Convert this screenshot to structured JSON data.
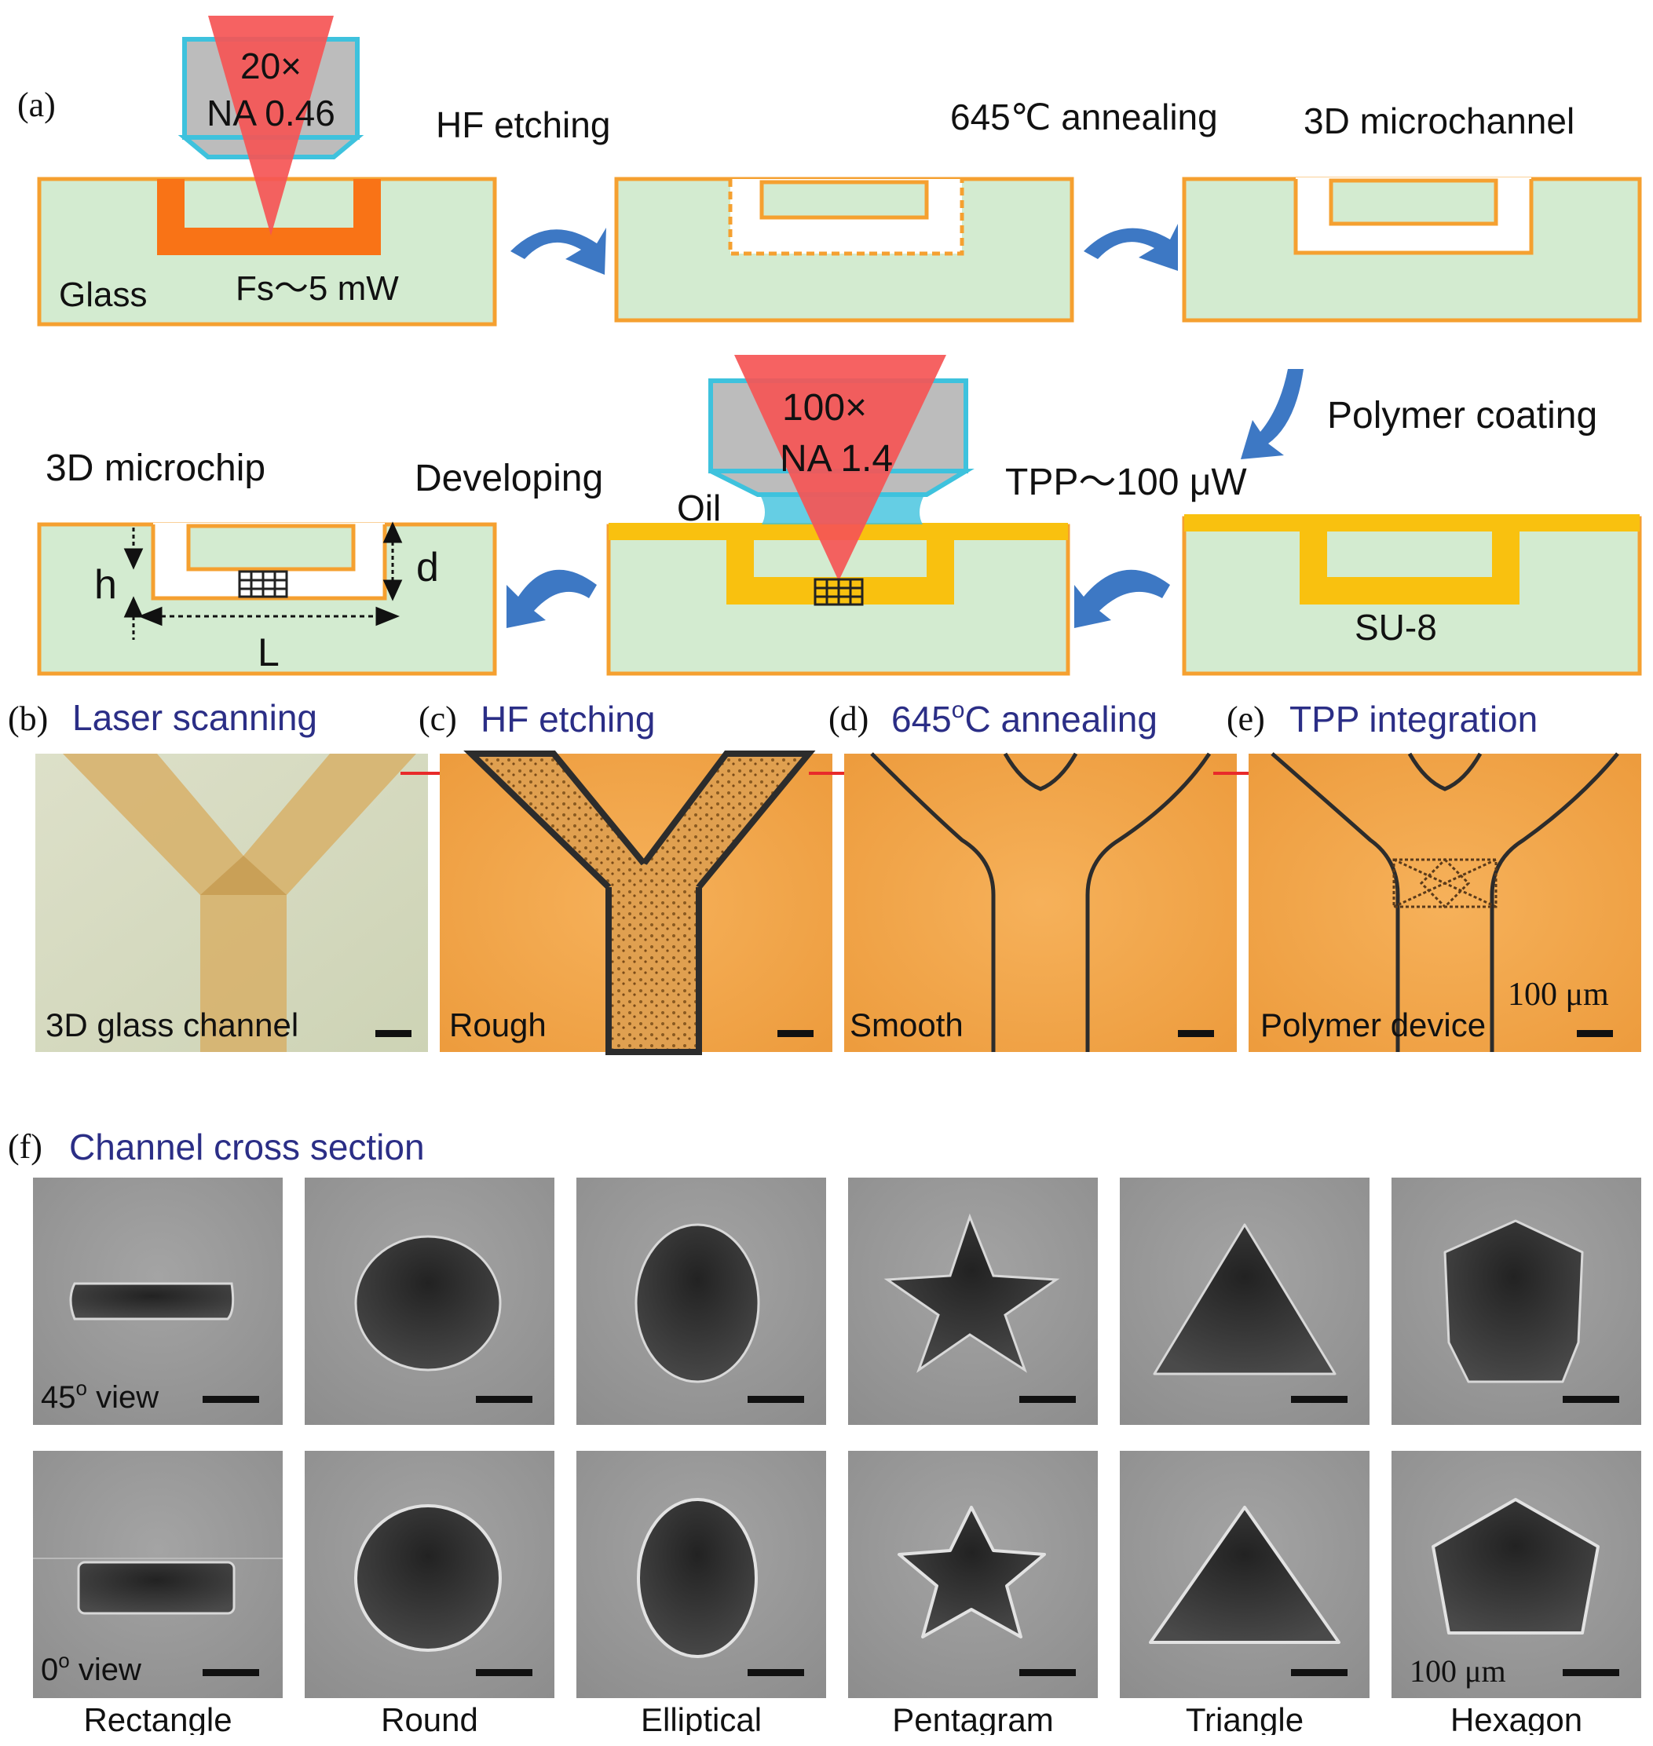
{
  "panel_a": {
    "label": "(a)",
    "objective1": {
      "mag": "20×",
      "na": "NA 0.46"
    },
    "objective2": {
      "mag": "100×",
      "na": "NA 1.4"
    },
    "glass": "Glass",
    "fs_power": "Fs～5 mW",
    "hf_etching": "HF etching",
    "annealing": "645℃ annealing",
    "microchannel": "3D microchannel",
    "polymer_coating": "Polymer coating",
    "tpp_power": "TPP～100 μW",
    "oil": "Oil",
    "developing": "Developing",
    "microchip": "3D microchip",
    "su8": "SU-8",
    "dim_h": "h",
    "dim_d": "d",
    "dim_L": "L"
  },
  "micrographs": [
    {
      "letter": "(b)",
      "title": "Laser scanning",
      "caption": "3D glass channel"
    },
    {
      "letter": "(c)",
      "title": "HF etching",
      "caption": "Rough"
    },
    {
      "letter": "(d)",
      "title_pre": "645",
      "title_sup": "o",
      "title_post": "C annealing",
      "caption": "Smooth"
    },
    {
      "letter": "(e)",
      "title": "TPP integration",
      "caption": "Polymer device",
      "scale": "100 μm"
    }
  ],
  "panel_f": {
    "letter": "(f)",
    "title": "Channel cross section",
    "view45_num": "45",
    "view45_sup": "o",
    "view45_post": " view",
    "view0_num": "0",
    "view0_sup": "o",
    "view0_post": " view",
    "scale": "100 μm",
    "shapes": [
      "Rectangle",
      "Round",
      "Elliptical",
      "Pentagram",
      "Triangle",
      "Hexagon"
    ]
  },
  "colors": {
    "glass_fill": "#d3ebd0",
    "glass_border": "#f5a030",
    "channel_orange": "#f97316",
    "su8_yellow": "#f9c10f",
    "objective_blue": "#3ec2dd",
    "objective_gray": "#bcbcbc",
    "laser_red": "#f55555",
    "arrow_blue": "#3d78c4",
    "title_navy": "#2b2e86",
    "micro_orange": "#f2a445",
    "sem_gray": "#9a9a9a"
  }
}
